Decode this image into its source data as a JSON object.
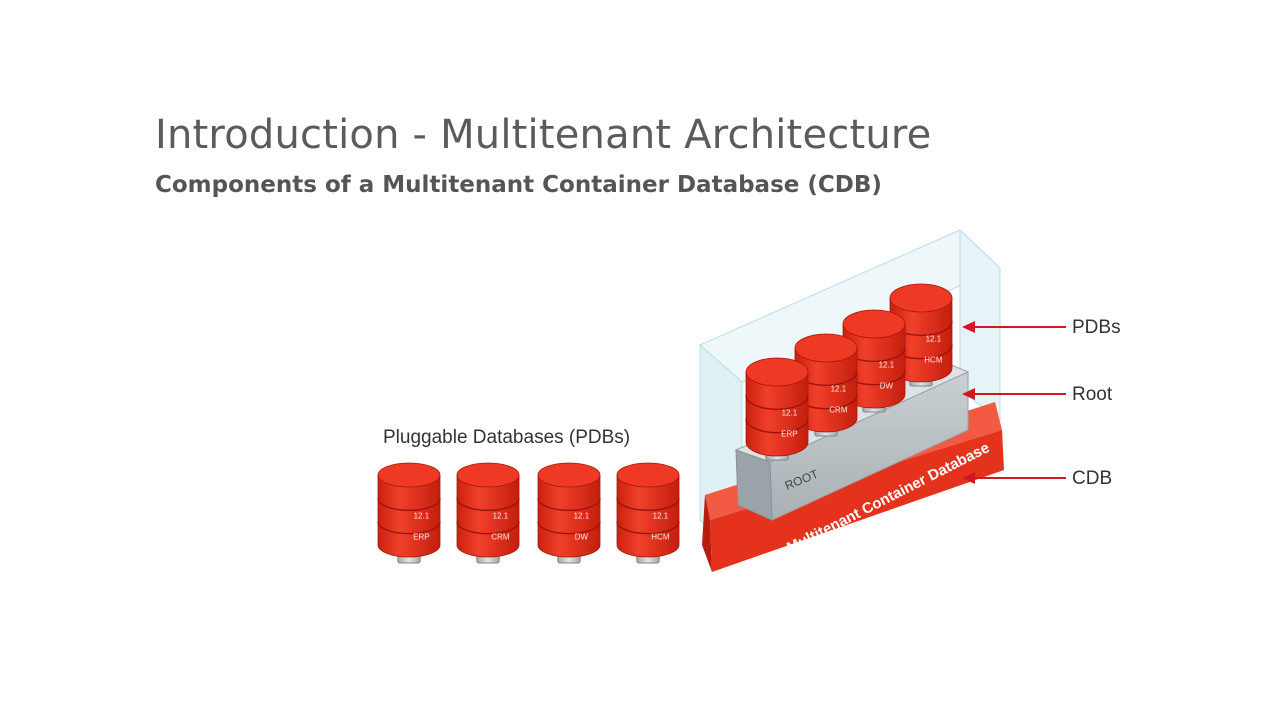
{
  "title": "Introduction - Multitenant Architecture",
  "subtitle": "Components of a Multitenant Container Database (CDB)",
  "pluggable_caption": "Pluggable Databases (PDBs)",
  "version_label": "12.1",
  "pdbs": [
    "ERP",
    "CRM",
    "DW",
    "HCM"
  ],
  "root_label": "ROOT",
  "cdb_label": "Multitenant Container Database",
  "callouts": {
    "pdbs": "PDBs",
    "root": "Root",
    "cdb": "CDB"
  },
  "colors": {
    "db_red": "#e8321e",
    "db_dark": "#b81e10",
    "arrow": "#d01820",
    "root_gray": "#b8c0c4",
    "glass": "#e4f3f8"
  }
}
